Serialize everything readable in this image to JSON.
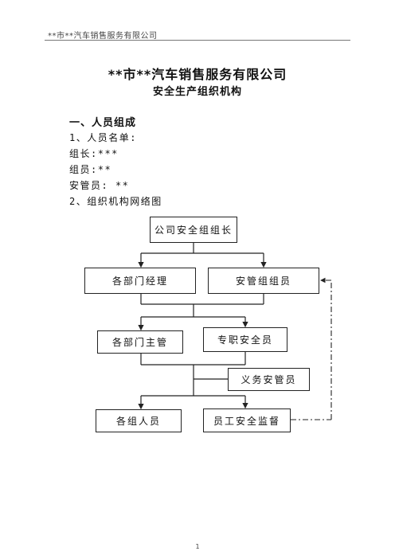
{
  "header": {
    "text": "**市**汽车销售服务有限公司"
  },
  "title": "**市**汽车销售服务有限公司",
  "subtitle": "安全生产组织机构",
  "section": {
    "heading": "一、人员组成",
    "lines": [
      "1、人员名单:",
      "组长:***",
      "组员:**",
      "安管员: **",
      "2、组织机构网络图"
    ]
  },
  "org_chart": {
    "top": "公司安全组组长",
    "dept_manager": "各部门经理",
    "safety_team_member": "安管组组员",
    "dept_supervisor": "各部门主管",
    "fulltime_safety_officer": "专职安全员",
    "volunteer_safety_officer": "义务安管员",
    "team_staff": "各组人员",
    "employee_safety_supervisor": "员工安全监督"
  },
  "page_number": "1"
}
